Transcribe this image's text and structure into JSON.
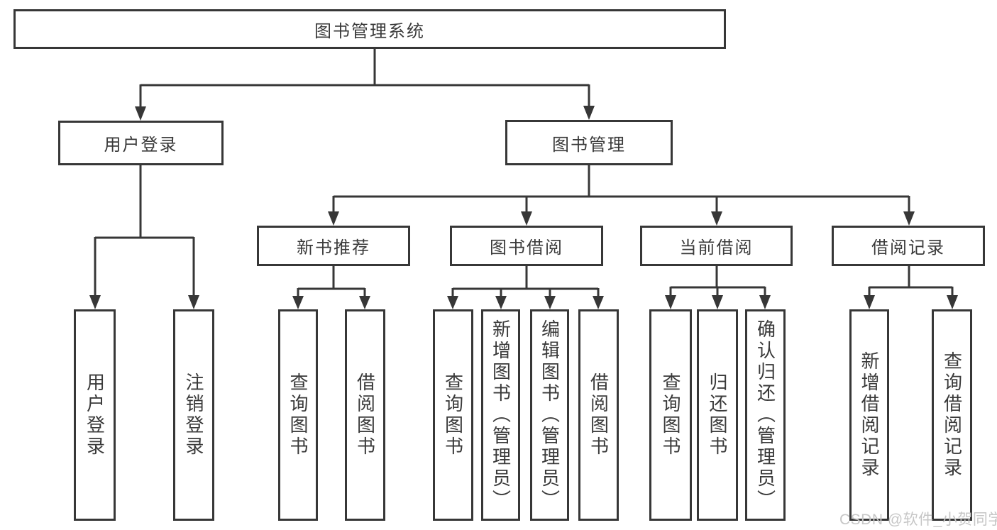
{
  "diagram": {
    "type": "hierarchy-tree",
    "root": {
      "label": "图书管理系统"
    },
    "level2": [
      {
        "label": "用户登录"
      },
      {
        "label": "图书管理"
      }
    ],
    "level3": [
      {
        "label": "新书推荐",
        "parent": "图书管理"
      },
      {
        "label": "图书借阅",
        "parent": "图书管理"
      },
      {
        "label": "当前借阅",
        "parent": "图书管理"
      },
      {
        "label": "借阅记录",
        "parent": "图书管理"
      }
    ],
    "leaves": [
      {
        "label": "用户登录",
        "parent": "用户登录"
      },
      {
        "label": "注销登录",
        "parent": "用户登录"
      },
      {
        "label": "查询图书",
        "parent": "新书推荐"
      },
      {
        "label": "借阅图书",
        "parent": "新书推荐"
      },
      {
        "label": "查询图书",
        "parent": "图书借阅"
      },
      {
        "label": "新增图书（管理员）",
        "parent": "图书借阅"
      },
      {
        "label": "编辑图书（管理员）",
        "parent": "图书借阅"
      },
      {
        "label": "借阅图书",
        "parent": "图书借阅"
      },
      {
        "label": "查询图书",
        "parent": "当前借阅"
      },
      {
        "label": "归还图书",
        "parent": "当前借阅"
      },
      {
        "label": "确认归还（管理员）",
        "parent": "当前借阅"
      },
      {
        "label": "新增借阅记录",
        "parent": "借阅记录"
      },
      {
        "label": "查询借阅记录",
        "parent": "借阅记录"
      }
    ],
    "watermark": "CSDN @软件_小贺同学",
    "colors": {
      "line": "#373737",
      "text": "#3a3a3a",
      "box_background": "#ffffff",
      "watermark": "#c6c6c6",
      "background": "#ffffff"
    }
  }
}
